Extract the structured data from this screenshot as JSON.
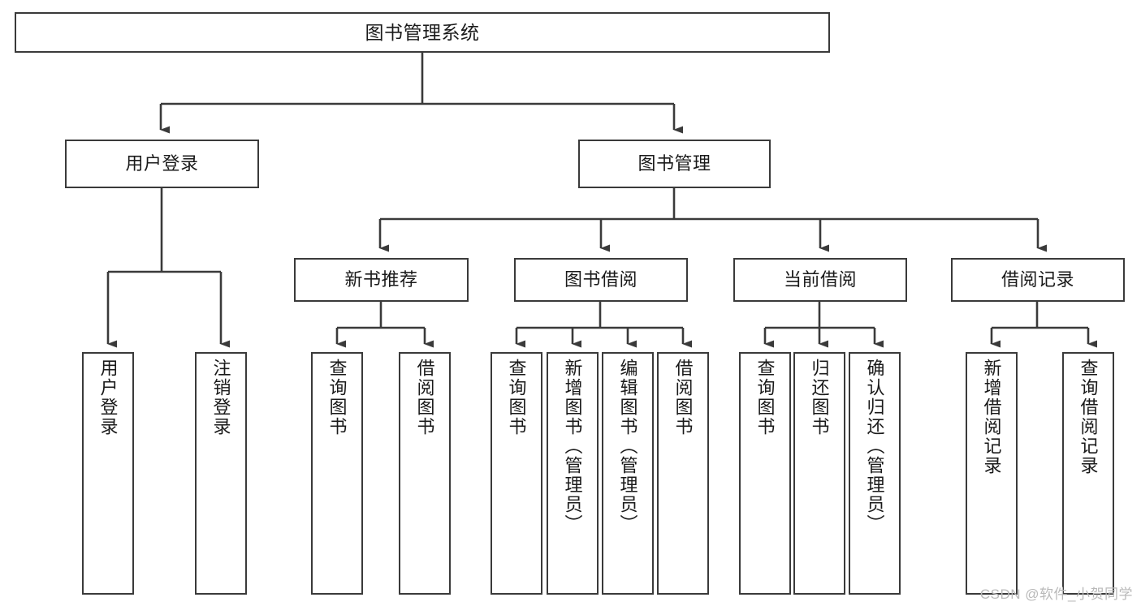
{
  "diagram": {
    "type": "tree-hierarchy",
    "title": "图书管理系统",
    "watermark": "CSDN @软件_小贺同学",
    "colors": {
      "stroke": "#3a3a3a",
      "fill": "#ffffff",
      "text": "#1a1a1a",
      "watermark": "#b9b9b9"
    },
    "nodes": {
      "root": {
        "label": "图书管理系统"
      },
      "level1": [
        {
          "id": "user-login",
          "label": "用户登录"
        },
        {
          "id": "book-manage",
          "label": "图书管理"
        }
      ],
      "level2": [
        {
          "id": "new-book-recommend",
          "label": "新书推荐"
        },
        {
          "id": "book-borrow",
          "label": "图书借阅"
        },
        {
          "id": "current-borrow",
          "label": "当前借阅"
        },
        {
          "id": "borrow-record",
          "label": "借阅记录"
        }
      ],
      "leaves": {
        "user_login": [
          {
            "id": "leaf-user-login",
            "label": "用户登录"
          },
          {
            "id": "leaf-user-logout",
            "label": "注销登录"
          }
        ],
        "new_book_recommend": [
          {
            "id": "leaf-query-book-1",
            "label": "查询图书"
          },
          {
            "id": "leaf-borrow-book-1",
            "label": "借阅图书"
          }
        ],
        "book_borrow": [
          {
            "id": "leaf-query-book-2",
            "label": "查询图书"
          },
          {
            "id": "leaf-add-book",
            "label": "新增图书（管理员）"
          },
          {
            "id": "leaf-edit-book",
            "label": "编辑图书（管理员）"
          },
          {
            "id": "leaf-borrow-book-2",
            "label": "借阅图书"
          }
        ],
        "current_borrow": [
          {
            "id": "leaf-query-book-3",
            "label": "查询图书"
          },
          {
            "id": "leaf-return-book",
            "label": "归还图书"
          },
          {
            "id": "leaf-confirm-return",
            "label": "确认归还（管理员）"
          }
        ],
        "borrow_record": [
          {
            "id": "leaf-add-record",
            "label": "新增借阅记录"
          },
          {
            "id": "leaf-query-record",
            "label": "查询借阅记录"
          }
        ]
      }
    }
  }
}
